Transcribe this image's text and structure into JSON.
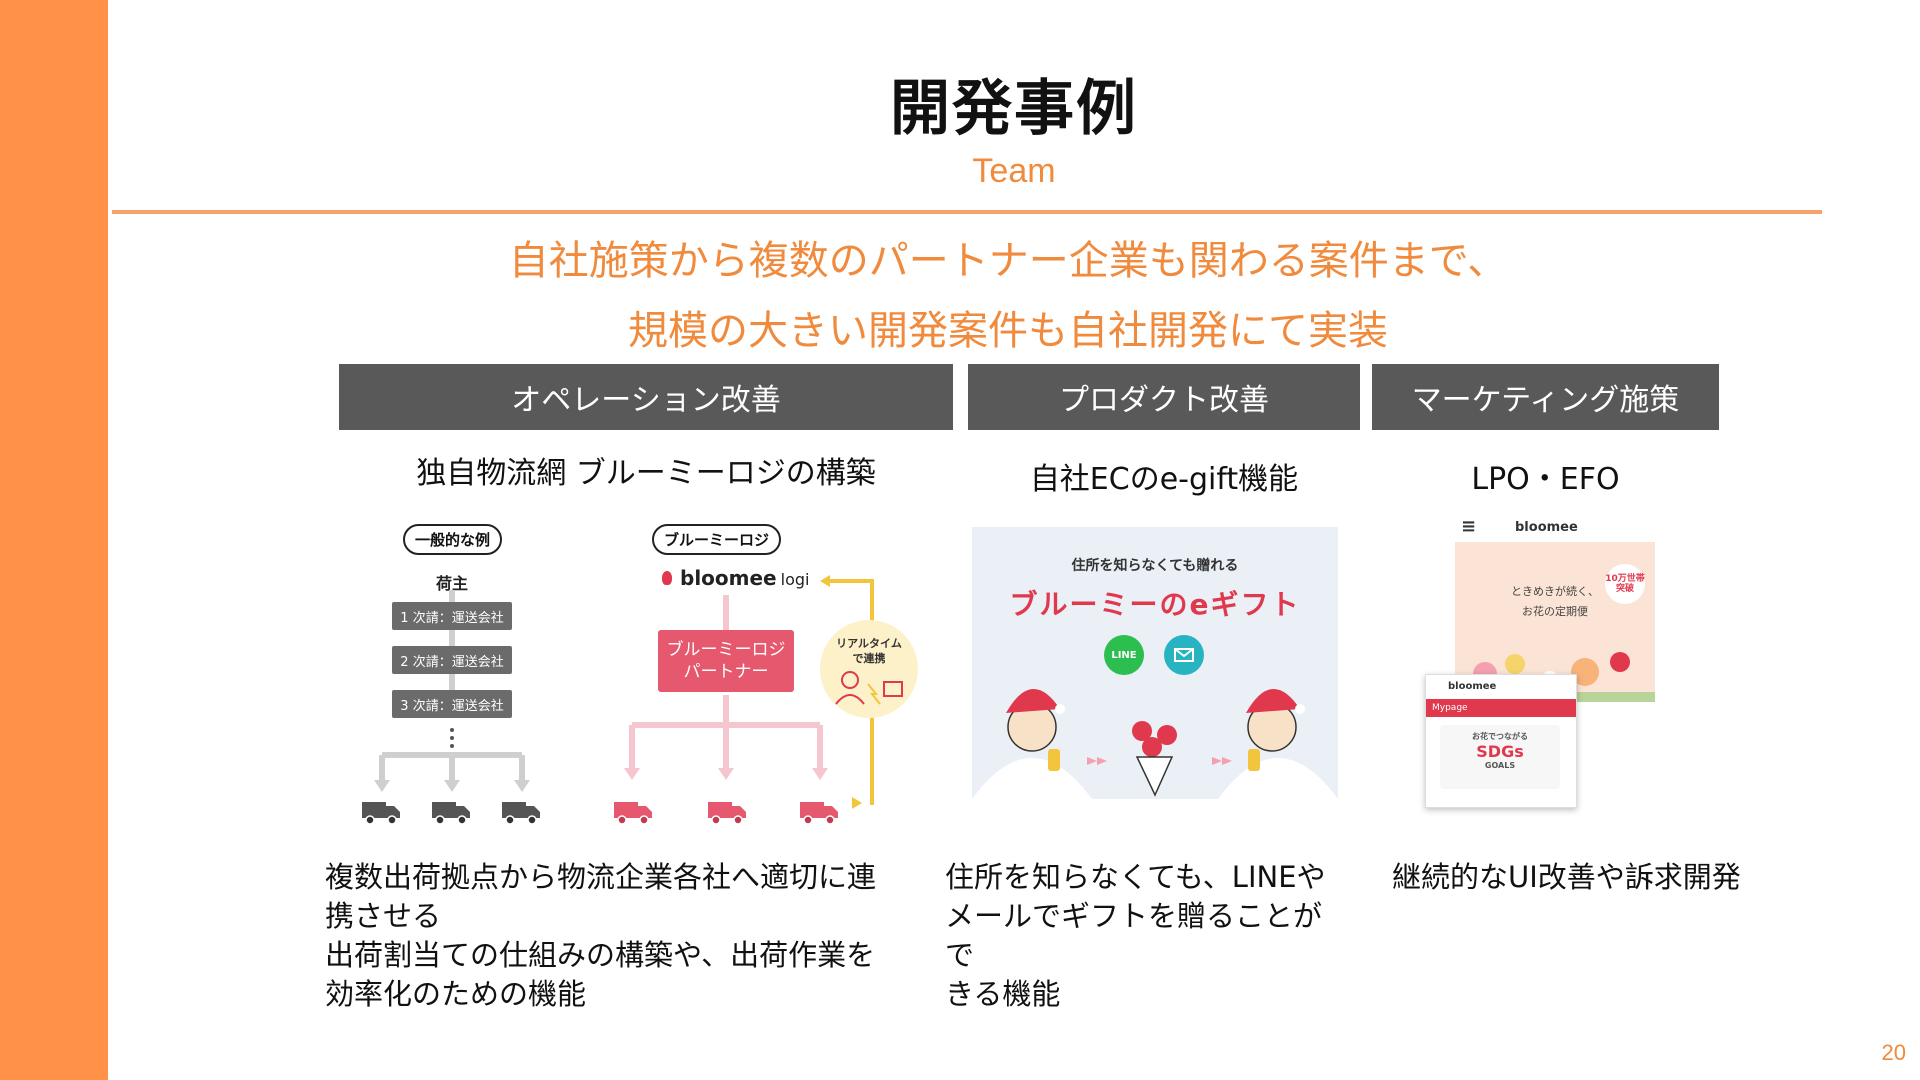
{
  "slide": {
    "title": "開発事例",
    "subtitle": "Team",
    "lead_line1": "自社施策から複数のパートナー企業も関わる案件まで、",
    "lead_line2": "規模の大きい開発案件も自社開発にて実装",
    "page_number": "20"
  },
  "columns": [
    {
      "header": "オペレーション改善",
      "subheader": "独自物流網 ブルーミーロジの構築",
      "desc_lines": [
        "複数出荷拠点から物流企業各社へ適切に連",
        "携させる",
        "出荷割当ての仕組みの構築や、出荷作業を",
        "効率化のための機能"
      ]
    },
    {
      "header": "プロダクト改善",
      "subheader": "自社ECのe-gift機能",
      "desc_lines": [
        "住所を知らなくても、LINEや",
        "メールでギフトを贈ることがで",
        "きる機能"
      ]
    },
    {
      "header": "マーケティング施策",
      "subheader": "LPO・EFO",
      "desc_lines": [
        "継続的なUI改善や訴求開発"
      ]
    }
  ],
  "logistics": {
    "general_label": "一般的な例",
    "shipper": "荷主",
    "tiers": [
      "1 次請：運送会社",
      "2 次請：運送会社",
      "3 次請：運送会社"
    ],
    "logi_label": "ブルーミーロジ",
    "logo_text": "bloomee",
    "logo_suffix": "logi",
    "partner_line1": "ブルーミーロジ",
    "partner_line2": "パートナー",
    "realtime_line1": "リアルタイム",
    "realtime_line2": "で連携",
    "colors": {
      "gray": "#6b6b6b",
      "pink": "#e5586e",
      "yellow": "#f2c53d"
    }
  },
  "egift": {
    "tagline": "住所を知らなくても贈れる",
    "headline": "ブルーミーのeギフト",
    "line_icon": "LINE",
    "mail_icon": "mail-icon"
  },
  "lp": {
    "brand": "bloomee",
    "hero_line1": "ときめきが続く、",
    "hero_line2": "お花の定期便",
    "badge_line1": "10万世帯",
    "badge_line2": "突破",
    "card_brand": "bloomee",
    "card_bar": "Mypage",
    "card_small": "お花でつながる",
    "card_sdgs": "SDGs",
    "card_goals": "GOALS"
  }
}
